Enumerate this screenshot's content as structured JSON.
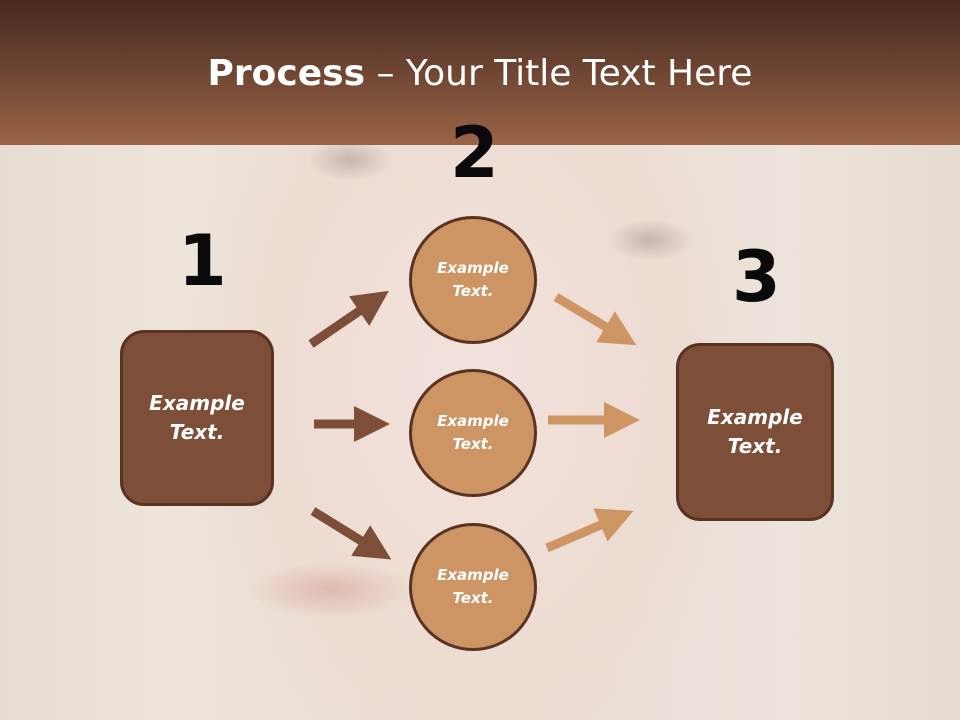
{
  "header": {
    "title_bold": "Process",
    "title_rest": " – Your Title Text Here"
  },
  "steps": {
    "step1_number": "1",
    "step2_number": "2",
    "step3_number": "3"
  },
  "nodes": {
    "left_box": "Example\nText.",
    "circle_top": "Example\nText.",
    "circle_middle": "Example\nText.",
    "circle_bottom": "Example\nText.",
    "right_box": "Example\nText."
  },
  "colors": {
    "header_dark": "#47291d",
    "box_fill": "#7d4e38",
    "circle_fill": "#cd9564",
    "arrow_dark": "#7d4e38",
    "arrow_light": "#cd9564"
  }
}
